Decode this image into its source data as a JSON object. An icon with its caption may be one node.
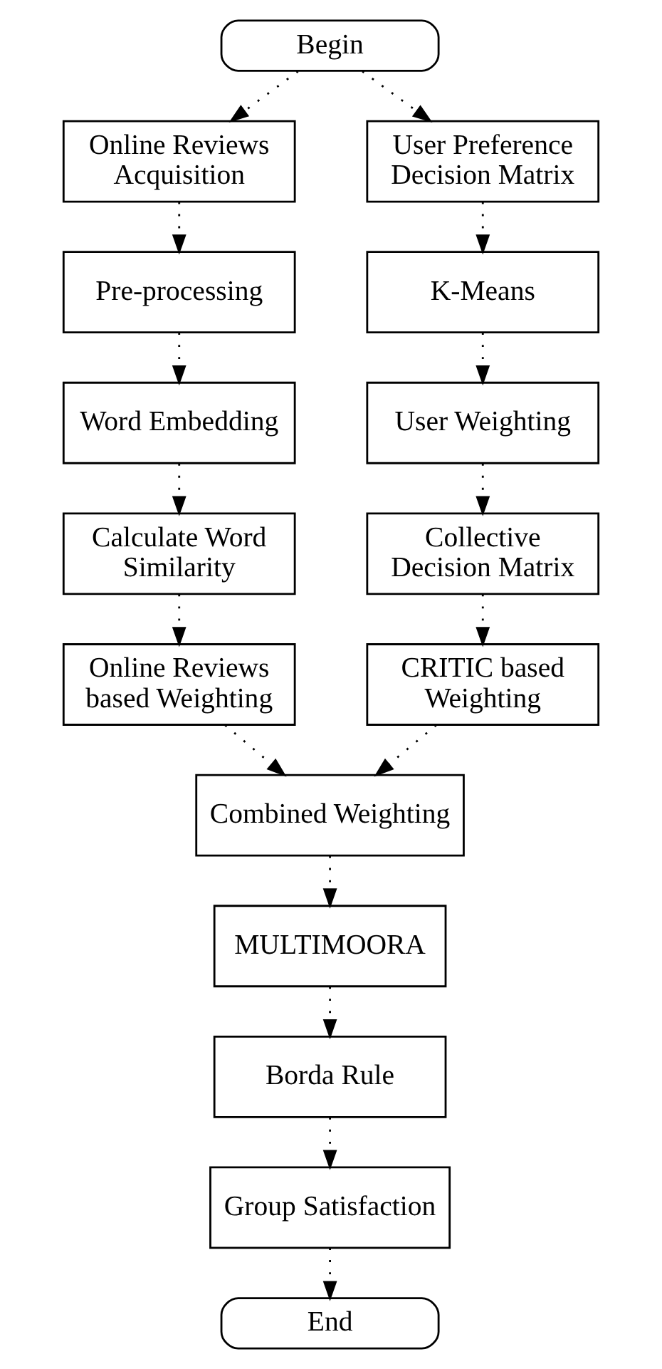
{
  "diagram": {
    "nodes": [
      {
        "text": [
          "Begin"
        ]
      },
      {
        "text": [
          "Online Reviews Acquisition"
        ]
      },
      {
        "text": [
          "Pre-processing"
        ]
      },
      {
        "text": [
          "Word Embedding"
        ]
      },
      {
        "text": [
          "Calculate Word Similarity"
        ]
      },
      {
        "text": [
          "Online Reviews based Weighting"
        ]
      },
      {
        "text": [
          "User Preference Decision Matrix"
        ]
      },
      {
        "text": [
          "K-Means"
        ]
      },
      {
        "text": [
          "User Weighting"
        ]
      },
      {
        "text": [
          "Collective Decision Matrix"
        ]
      },
      {
        "text": [
          "CRITIC based Weighting"
        ]
      },
      {
        "text": [
          "Combined Weighting"
        ]
      },
      {
        "text": [
          "MULTIMOORA"
        ]
      },
      {
        "text": [
          "Borda Rule"
        ]
      },
      {
        "text": [
          "Group Satisfaction"
        ]
      },
      {
        "text": [
          "End"
        ]
      }
    ],
    "edges": [
      {
        "from": 0,
        "to": 1,
        "arrow": "to",
        "style": "dashed"
      },
      {
        "from": 0,
        "to": 6,
        "arrow": "to",
        "style": "dashed"
      },
      {
        "from": 1,
        "to": 2,
        "arrow": "to",
        "style": "dashed"
      },
      {
        "from": 2,
        "to": 3,
        "arrow": "to",
        "style": "dashed"
      },
      {
        "from": 3,
        "to": 4,
        "arrow": "to",
        "style": "dashed"
      },
      {
        "from": 4,
        "to": 5,
        "arrow": "to",
        "style": "dashed"
      },
      {
        "from": 6,
        "to": 7,
        "arrow": "to",
        "style": "dashed"
      },
      {
        "from": 7,
        "to": 8,
        "arrow": "to",
        "style": "dashed"
      },
      {
        "from": 8,
        "to": 9,
        "arrow": "to",
        "style": "dashed"
      },
      {
        "from": 9,
        "to": 10,
        "arrow": "to",
        "style": "dashed"
      },
      {
        "from": 5,
        "to": 11,
        "arrow": "to",
        "style": "dashed"
      },
      {
        "from": 10,
        "to": 11,
        "arrow": "to",
        "style": "dashed"
      },
      {
        "from": 11,
        "to": 12,
        "arrow": "to",
        "style": "dashed"
      },
      {
        "from": 12,
        "to": 13,
        "arrow": "to",
        "style": "dashed"
      },
      {
        "from": 13,
        "to": 14,
        "arrow": "to",
        "style": "dashed"
      },
      {
        "from": 14,
        "to": 15,
        "arrow": "to",
        "style": "dashed"
      }
    ]
  }
}
